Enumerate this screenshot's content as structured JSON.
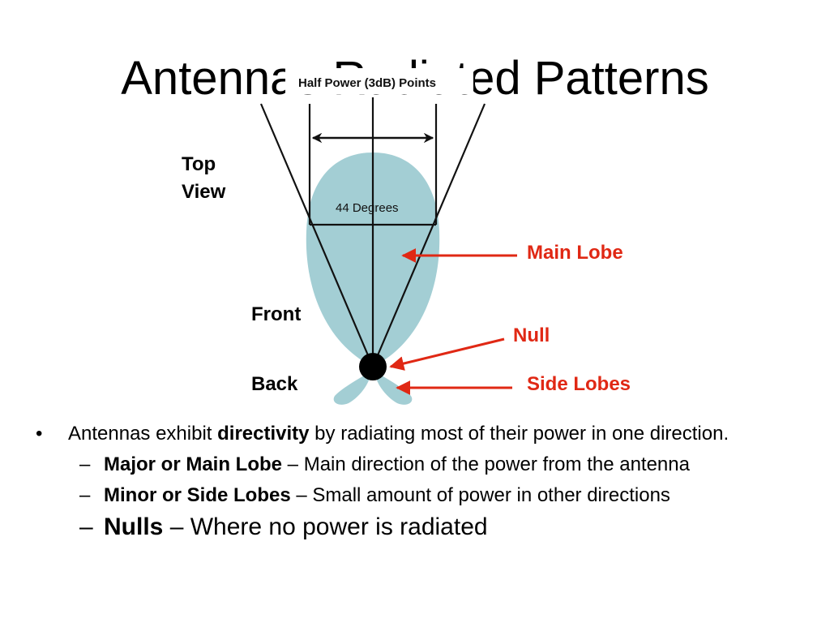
{
  "slide": {
    "title": "Antennas Radiated Patterns"
  },
  "diagram": {
    "half_power_label": "Half Power (3dB) Points",
    "beamwidth_label": "44 Degrees",
    "top_view_line1": "Top",
    "top_view_line2": "View",
    "front_label": "Front",
    "back_label": "Back",
    "main_lobe_label": "Main Lobe",
    "null_label": "Null",
    "side_lobes_label": "Side Lobes",
    "colors": {
      "lobe_fill": "#a3ced4",
      "callout_red": "#e02814",
      "line": "#111111"
    }
  },
  "bullets": {
    "main": {
      "marker": "•",
      "pre": "Antennas exhibit ",
      "bold": "directivity",
      "post": " by radiating most of their power in one direction."
    },
    "sub": [
      {
        "marker": "–",
        "bold": "Major or Main Lobe",
        "text": " – Main direction of the power from the antenna"
      },
      {
        "marker": "–",
        "bold": "Minor or Side Lobes",
        "text": " – Small amount of power in other directions"
      },
      {
        "marker": "–",
        "bold": "Nulls",
        "text": " – Where no power is radiated"
      }
    ]
  }
}
